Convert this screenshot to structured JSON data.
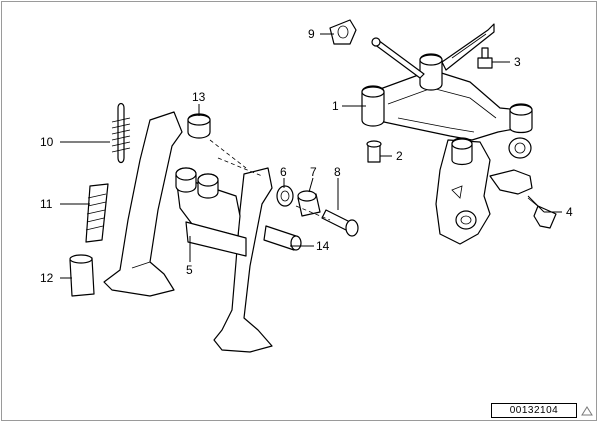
{
  "callouts": [
    {
      "id": "c1",
      "label": "1"
    },
    {
      "id": "c2",
      "label": "2"
    },
    {
      "id": "c3",
      "label": "3"
    },
    {
      "id": "c4",
      "label": "4"
    },
    {
      "id": "c5",
      "label": "5"
    },
    {
      "id": "c6",
      "label": "6"
    },
    {
      "id": "c7",
      "label": "7"
    },
    {
      "id": "c8",
      "label": "8"
    },
    {
      "id": "c9",
      "label": "9"
    },
    {
      "id": "c10",
      "label": "10"
    },
    {
      "id": "c11",
      "label": "11"
    },
    {
      "id": "c12",
      "label": "12"
    },
    {
      "id": "c13",
      "label": "13"
    },
    {
      "id": "c14",
      "label": "14"
    }
  ],
  "diagram_id": "00132104",
  "nav_icon": "triangle-up-icon"
}
